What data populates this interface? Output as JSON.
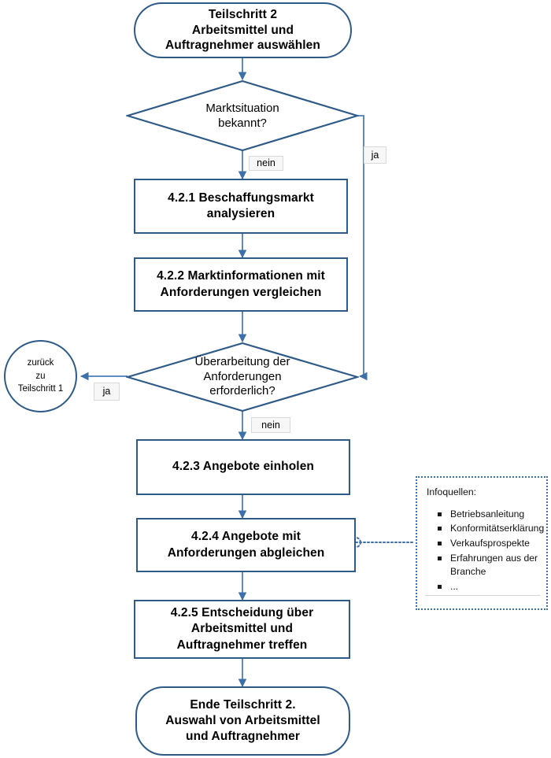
{
  "diagram": {
    "title": "Teilschritt 2 Arbeitsmittel und Auftragnehmer auswählen",
    "colors": {
      "node_border": "#2E5A88",
      "connector": "#4A7EBB",
      "info_border": "#3B6FAF",
      "label_bg": "#f7f7f7",
      "label_border": "#d9d9d9"
    },
    "nodes": {
      "start": {
        "type": "terminator",
        "line1": "Teilschritt 2",
        "line2": "Arbeitsmittel und",
        "line3": "Auftragnehmer auswählen"
      },
      "decision1": {
        "type": "decision",
        "line1": "Marktsituation",
        "line2": "bekannt?"
      },
      "step421": {
        "type": "process",
        "line1": "4.2.1 Beschaffungsmarkt",
        "line2": "analysieren"
      },
      "step422": {
        "type": "process",
        "line1": "4.2.2 Marktinformationen mit",
        "line2": "Anforderungen vergleichen"
      },
      "decision2": {
        "type": "decision",
        "line1": "Überarbeitung der",
        "line2": "Anforderungen",
        "line3": "erforderlich?"
      },
      "back_circle": {
        "type": "connector-circle",
        "line1": "zurück",
        "line2": "zu",
        "line3": "Teilschritt 1"
      },
      "step423": {
        "type": "process",
        "line1": "4.2.3 Angebote einholen"
      },
      "step424": {
        "type": "process",
        "line1": "4.2.4  Angebote mit",
        "line2": "Anforderungen abgleichen"
      },
      "step425": {
        "type": "process",
        "line1": "4.2.5 Entscheidung über",
        "line2": "Arbeitsmittel und",
        "line3": "Auftragnehmer treffen"
      },
      "end": {
        "type": "terminator",
        "line1": "Ende Teilschritt 2.",
        "line2": "Auswahl von Arbeitsmittel",
        "line3": "und Auftragnehmer"
      }
    },
    "edge_labels": {
      "d1_nein": "nein",
      "d1_ja": "ja",
      "d2_ja": "ja",
      "d2_nein": "nein"
    },
    "infobox": {
      "title": "Infoquellen:",
      "items": [
        "Betriebsanleitung",
        "Konformitätserklärung",
        "Verkaufsprospekte",
        "Erfahrungen aus der Branche",
        "..."
      ]
    }
  }
}
